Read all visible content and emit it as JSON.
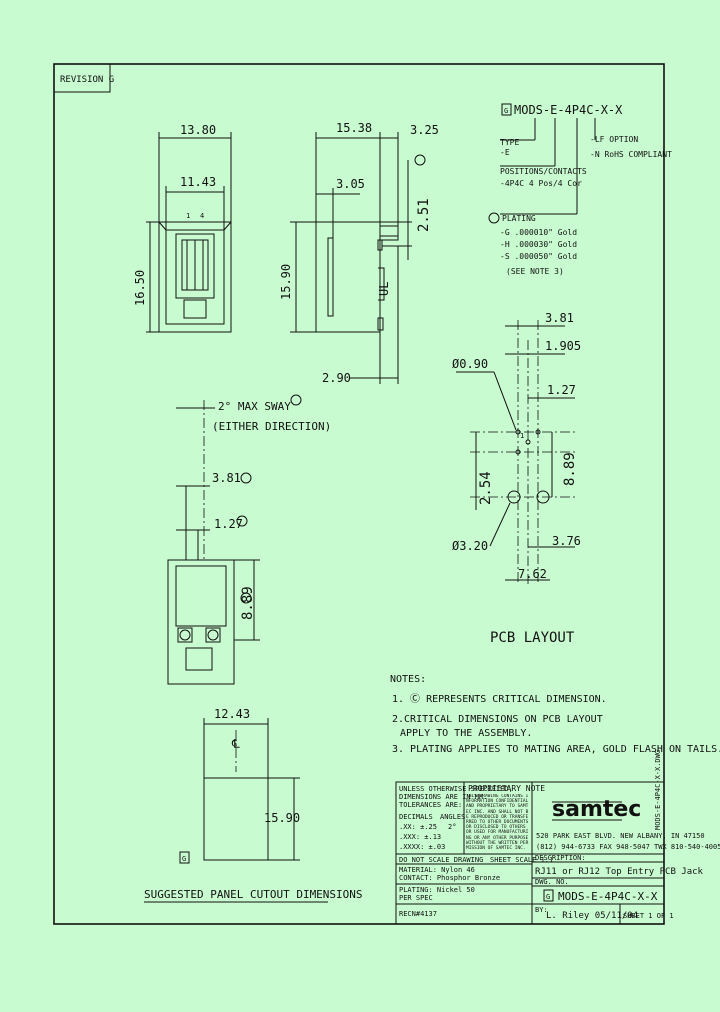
{
  "revision_box": "REVISION G",
  "part_number": "MODS-E-4P4C-X-X",
  "callouts": {
    "type_title": "TYPE",
    "type_value": "-E",
    "positions_title": "POSITIONS/CONTACTS",
    "positions_value": "-4P4C  4 Pos/4 Cor",
    "lf_title": "-LF OPTION",
    "lf_value": "-N  RoHS COMPLIANT",
    "plating_title": "PLATING",
    "plating_1": "-G  .000010\" Gold",
    "plating_2": "-H  .000030\" Gold",
    "plating_3": "-S  .000050\" Gold",
    "see_note": "(SEE NOTE 3)"
  },
  "dims": {
    "w_13_80": "13.80",
    "w_11_43": "11.43",
    "h_16_50": "16.50",
    "d_15_38": "15.38",
    "d_3_25": "3.25",
    "d_3_05": "3.05",
    "d_2_51": "2.51",
    "h_15_90": "15.90",
    "d_2_90": "2.90",
    "pin_1": "1",
    "pin_4": "4",
    "pcb_3_81": "3.81",
    "pcb_1_905": "1.905",
    "pcb_1_27": "1.27",
    "pcb_hole": "Ø0.90",
    "pcb_2_54": "2.54",
    "pcb_8_89": "8.89",
    "pcb_3_20": "Ø3.20",
    "pcb_3_76": "3.76",
    "pcb_7_62": "7.62",
    "sway": "2° MAX SWAY",
    "sway2": "(EITHER DIRECTION)",
    "side_3_81": "3.81",
    "side_1_27": "1.27",
    "side_8_89": "8.89",
    "cut_12_43": "12.43",
    "cut_15_90": "15.90",
    "cl_mark": "℄"
  },
  "pcb_title": "PCB LAYOUT",
  "cutout_title": "SUGGESTED PANEL CUTOUT DIMENSIONS",
  "rev_letter": "G",
  "notes": {
    "title": "NOTES:",
    "n1": "1. Ⓒ REPRESENTS CRITICAL DIMENSION.",
    "n2a": "2.CRITICAL DIMENSIONS ON PCB LAYOUT",
    "n2b": "APPLY TO THE ASSEMBLY.",
    "n3": "3. PLATING APPLIES TO MATING AREA, GOLD FLASH ON TAILS."
  },
  "title_block": {
    "unless": "UNLESS OTHERWISE SPECIFIED,",
    "dims_are": "DIMENSIONS ARE IN MM.",
    "tolerances": "TOLERANCES ARE:",
    "decimals": "DECIMALS",
    "angles": "ANGLES",
    "tol1": ".XX: ±.25",
    "tol2": ".XXX: ±.13",
    "tol3": ".XXXX: ±.03",
    "angle_tol": "2°",
    "proprietary": "PROPRIETARY NOTE",
    "prop_text": "THIS DRAWING CONTAINS INFORMATION CONFIDENTIAL AND PROPRIETARY TO SAMTEC INC. AND SHALL NOT BE REPRODUCED OR TRANSFERRED TO OTHER DOCUMENTS OR DISCLOSED TO OTHERS OR USED FOR MANUFACTURING OR ANY OTHER PURPOSE WITHOUT THE WRITTEN PERMISSION OF SAMTEC INC.",
    "company": "samtec",
    "address": "520 PARK EAST BLVD. NEW ALBANY, IN 47150",
    "phone": "(812) 944-6733  FAX 948-5047  TWX 810-540-4005",
    "no_scale": "DO NOT SCALE DRAWING",
    "sheet_scale": "SHEET SCALE 1:1",
    "material1": "MATERIAL: Nylon 46",
    "material2": "CONTACT: Phosphor Bronze",
    "finish1": "PLATING: Nickel 50",
    "finish2": "PER SPEC",
    "desc_label": "DESCRIPTION:",
    "desc": "RJ11 or RJ12 Top Entry PCB Jack",
    "dwg_label": "DWG. NO.",
    "dwg_no": "MODS-E-4P4C-X-X",
    "rev_in_block": "G",
    "drawn_label": "BY:",
    "drawn": "L. Riley 05/11/04",
    "sheet": "SHEET 1 OF 1",
    "file": "MODS-E-4P4C-X-X.DWG",
    "ecn": "RECN#4137"
  }
}
